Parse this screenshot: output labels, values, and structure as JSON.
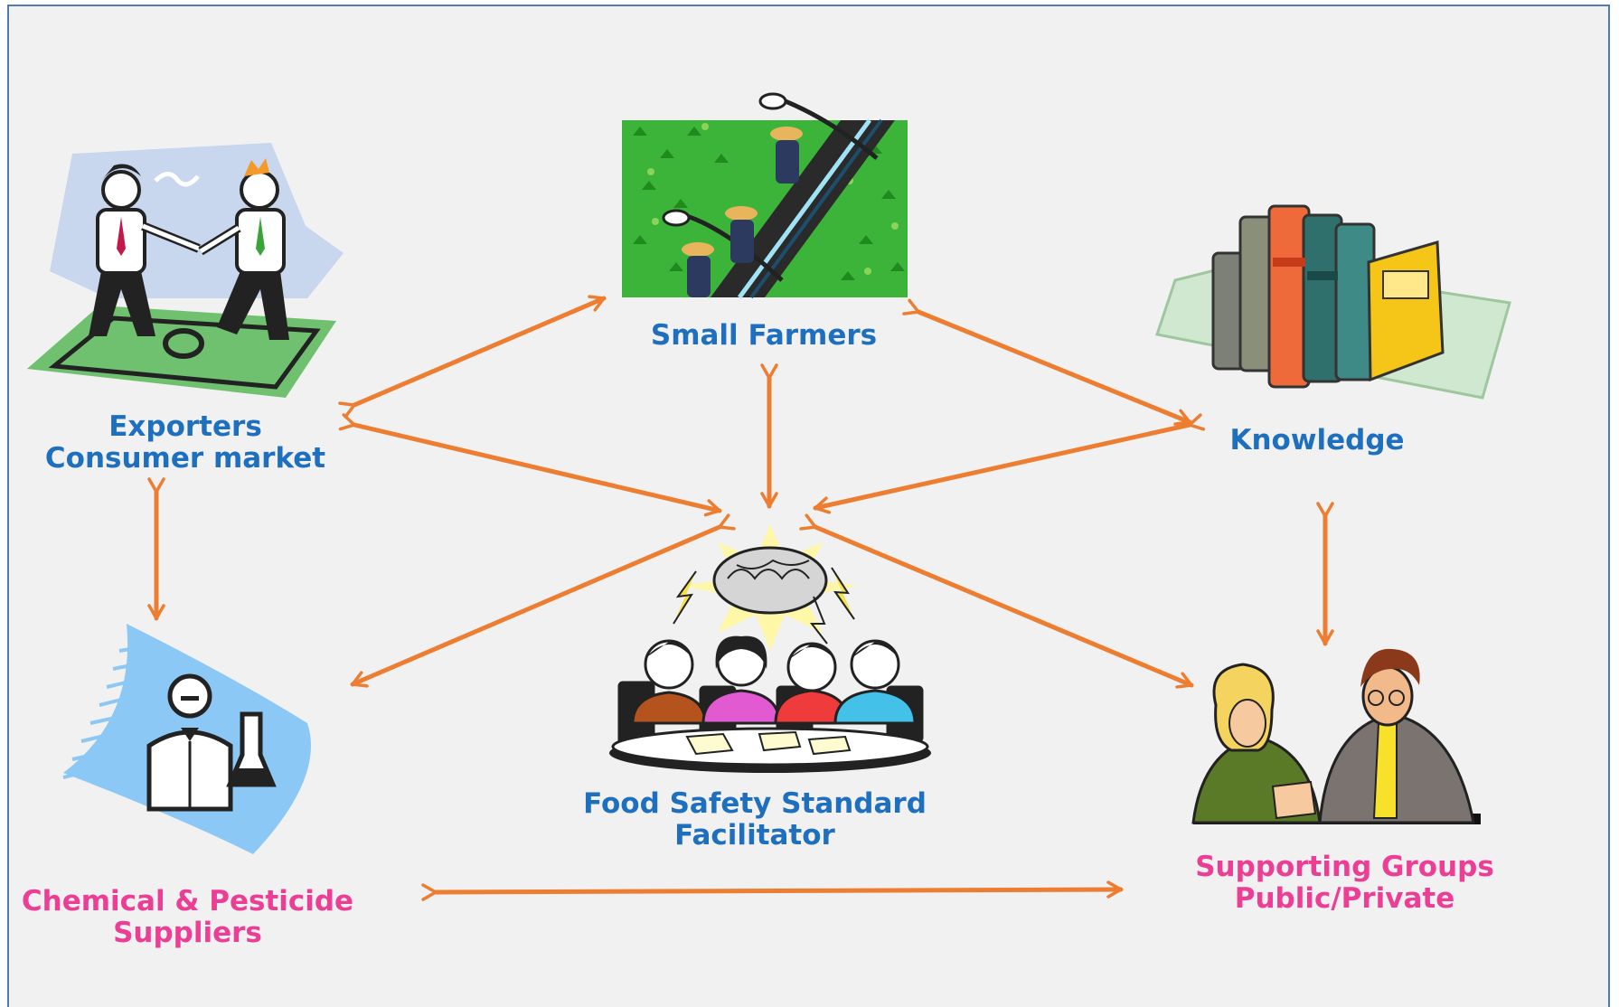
{
  "nodes": {
    "small_farmers": {
      "lines": [
        "Small Farmers"
      ]
    },
    "exporters": {
      "lines": [
        "Exporters",
        "Consumer market"
      ]
    },
    "knowledge": {
      "lines": [
        "Knowledge"
      ]
    },
    "facilitator": {
      "lines": [
        "Food Safety Standard",
        "Facilitator"
      ]
    },
    "chemical": {
      "lines": [
        "Chemical & Pesticide",
        "Suppliers"
      ]
    },
    "supporting": {
      "lines": [
        "Supporting Groups",
        "Public/Private"
      ]
    }
  },
  "colors": {
    "arrow": "#ed7d31",
    "label_blue": "#1f6fbf",
    "label_pink": "#ec3e94",
    "background": "#f1f1f1",
    "frame_border": "#4f7cac"
  },
  "icons": {
    "small_farmers": "farm-workers-field-icon",
    "exporters": "businessmen-handshake-icon",
    "knowledge": "books-icon",
    "facilitator": "meeting-brainstorm-icon",
    "chemical": "scientist-lab-icon",
    "supporting": "business-people-reviewing-icon"
  },
  "connections": [
    [
      "exporters",
      "small_farmers"
    ],
    [
      "small_farmers",
      "knowledge"
    ],
    [
      "small_farmers",
      "facilitator"
    ],
    [
      "exporters",
      "facilitator"
    ],
    [
      "knowledge",
      "facilitator"
    ],
    [
      "exporters",
      "chemical"
    ],
    [
      "knowledge",
      "supporting"
    ],
    [
      "facilitator",
      "chemical"
    ],
    [
      "facilitator",
      "supporting"
    ],
    [
      "chemical",
      "supporting"
    ]
  ]
}
